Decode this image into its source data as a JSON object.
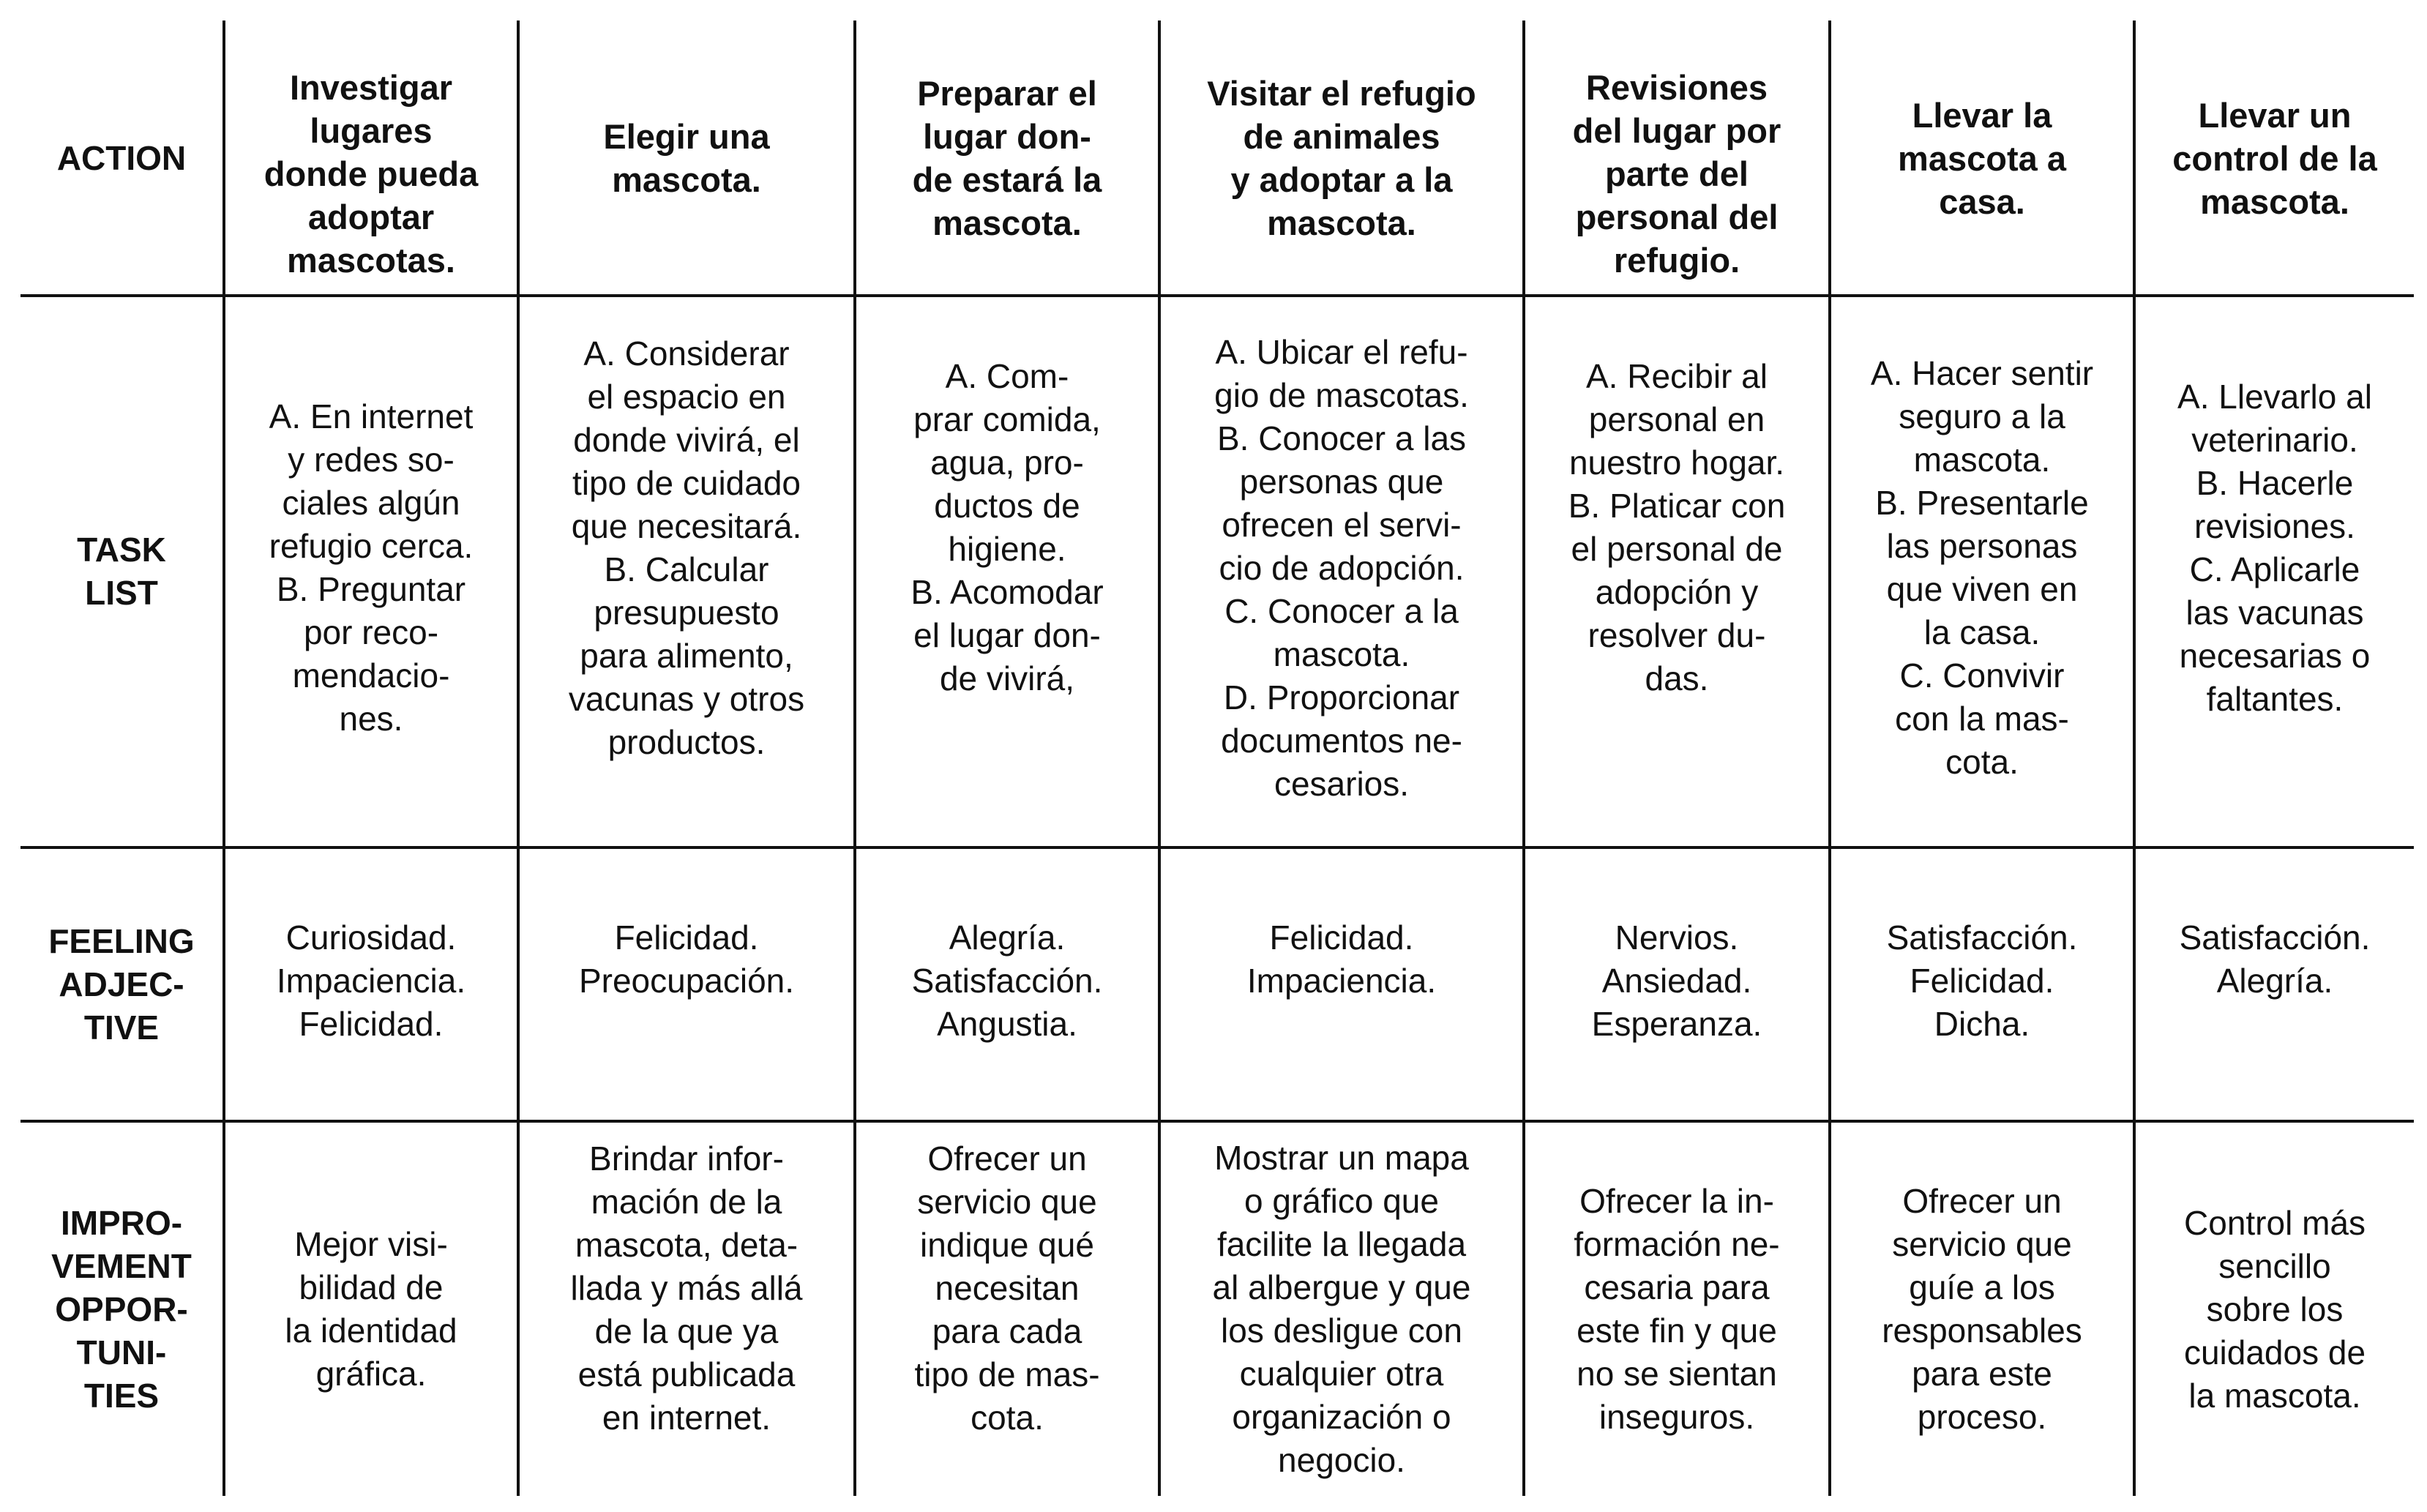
{
  "table": {
    "row_labels": {
      "action": "ACTION",
      "task_list": "TASK\nLIST",
      "feeling": "FEELING\nADJEC-\nTIVE",
      "improvement": "IMPRO-\nVEMENT\nOPPOR-\nTUNI-\nTIES"
    },
    "columns": [
      {
        "action": "Investigar\nlugares\ndonde pueda\nadoptar\nmascotas.",
        "tasks": "A. En internet\ny redes so-\nciales algún\nrefugio cerca.\nB. Preguntar\npor reco-\nmendacio-\nnes.",
        "feelings": "Curiosidad.\nImpaciencia.\nFelicidad.",
        "improvement": "Mejor visi-\nbilidad de\nla identidad\ngráfica."
      },
      {
        "action": "Elegir una\nmascota.",
        "tasks": "A. Considerar\nel espacio en\ndonde vivirá, el\ntipo de cuidado\nque necesitará.\nB. Calcular\npresupuesto\npara alimento,\nvacunas y otros\nproductos.",
        "feelings": "Felicidad.\nPreocupación.",
        "improvement": "Brindar infor-\nmación de la\nmascota, deta-\nllada y más allá\nde la que ya\nestá publicada\nen internet."
      },
      {
        "action": "Preparar el\nlugar don-\nde estará la\nmascota.",
        "tasks": "A.  Com-\nprar comida,\nagua, pro-\nductos de\nhigiene.\nB. Acomodar\nel lugar don-\nde vivirá,",
        "feelings": "Alegría.\nSatisfacción.\nAngustia.",
        "improvement": "Ofrecer un\nservicio que\nindique qué\nnecesitan\npara cada\ntipo de mas-\ncota."
      },
      {
        "action": "Visitar el refugio\nde animales\ny adoptar a la\nmascota.",
        "tasks": "A.  Ubicar el refu-\ngio de mascotas.\nB. Conocer a las\npersonas que\nofrecen el servi-\ncio de adopción.\nC. Conocer a la\nmascota.\nD. Proporcionar\ndocumentos ne-\ncesarios.",
        "feelings": "Felicidad.\nImpaciencia.",
        "improvement": "Mostrar un mapa\no gráfico que\nfacilite la llegada\nal albergue y que\nlos desligue con\ncualquier otra\norganización o\nnegocio."
      },
      {
        "action": "Revisiones\ndel lugar por\nparte del\npersonal del\nrefugio.",
        "tasks": "A. Recibir al\npersonal en\nnuestro hogar.\nB. Platicar con\nel personal de\nadopción y\nresolver du-\ndas.",
        "feelings": "Nervios.\nAnsiedad.\nEsperanza.",
        "improvement": "Ofrecer la in-\nformación ne-\ncesaria para\neste fin y que\nno se sientan\ninseguros."
      },
      {
        "action": "Llevar la\nmascota a\ncasa.",
        "tasks": "A. Hacer sentir\nseguro a la\nmascota.\nB. Presentarle\nlas personas\nque viven en\nla casa.\nC. Convivir\ncon la mas-\ncota.",
        "feelings": "Satisfacción.\nFelicidad.\nDicha.",
        "improvement": "Ofrecer un\nservicio que\nguíe a los\nresponsables\npara este\nproceso."
      },
      {
        "action": "Llevar un\ncontrol de la\nmascota.",
        "tasks": "A. Llevarlo al\nveterinario.\nB. Hacerle\nrevisiones.\nC. Aplicarle\nlas vacunas\nnecesarias o\nfaltantes.",
        "feelings": "Satisfacción.\nAlegría.",
        "improvement": "Control más\nsencillo\nsobre los\ncuidados de\nla mascota."
      }
    ]
  }
}
